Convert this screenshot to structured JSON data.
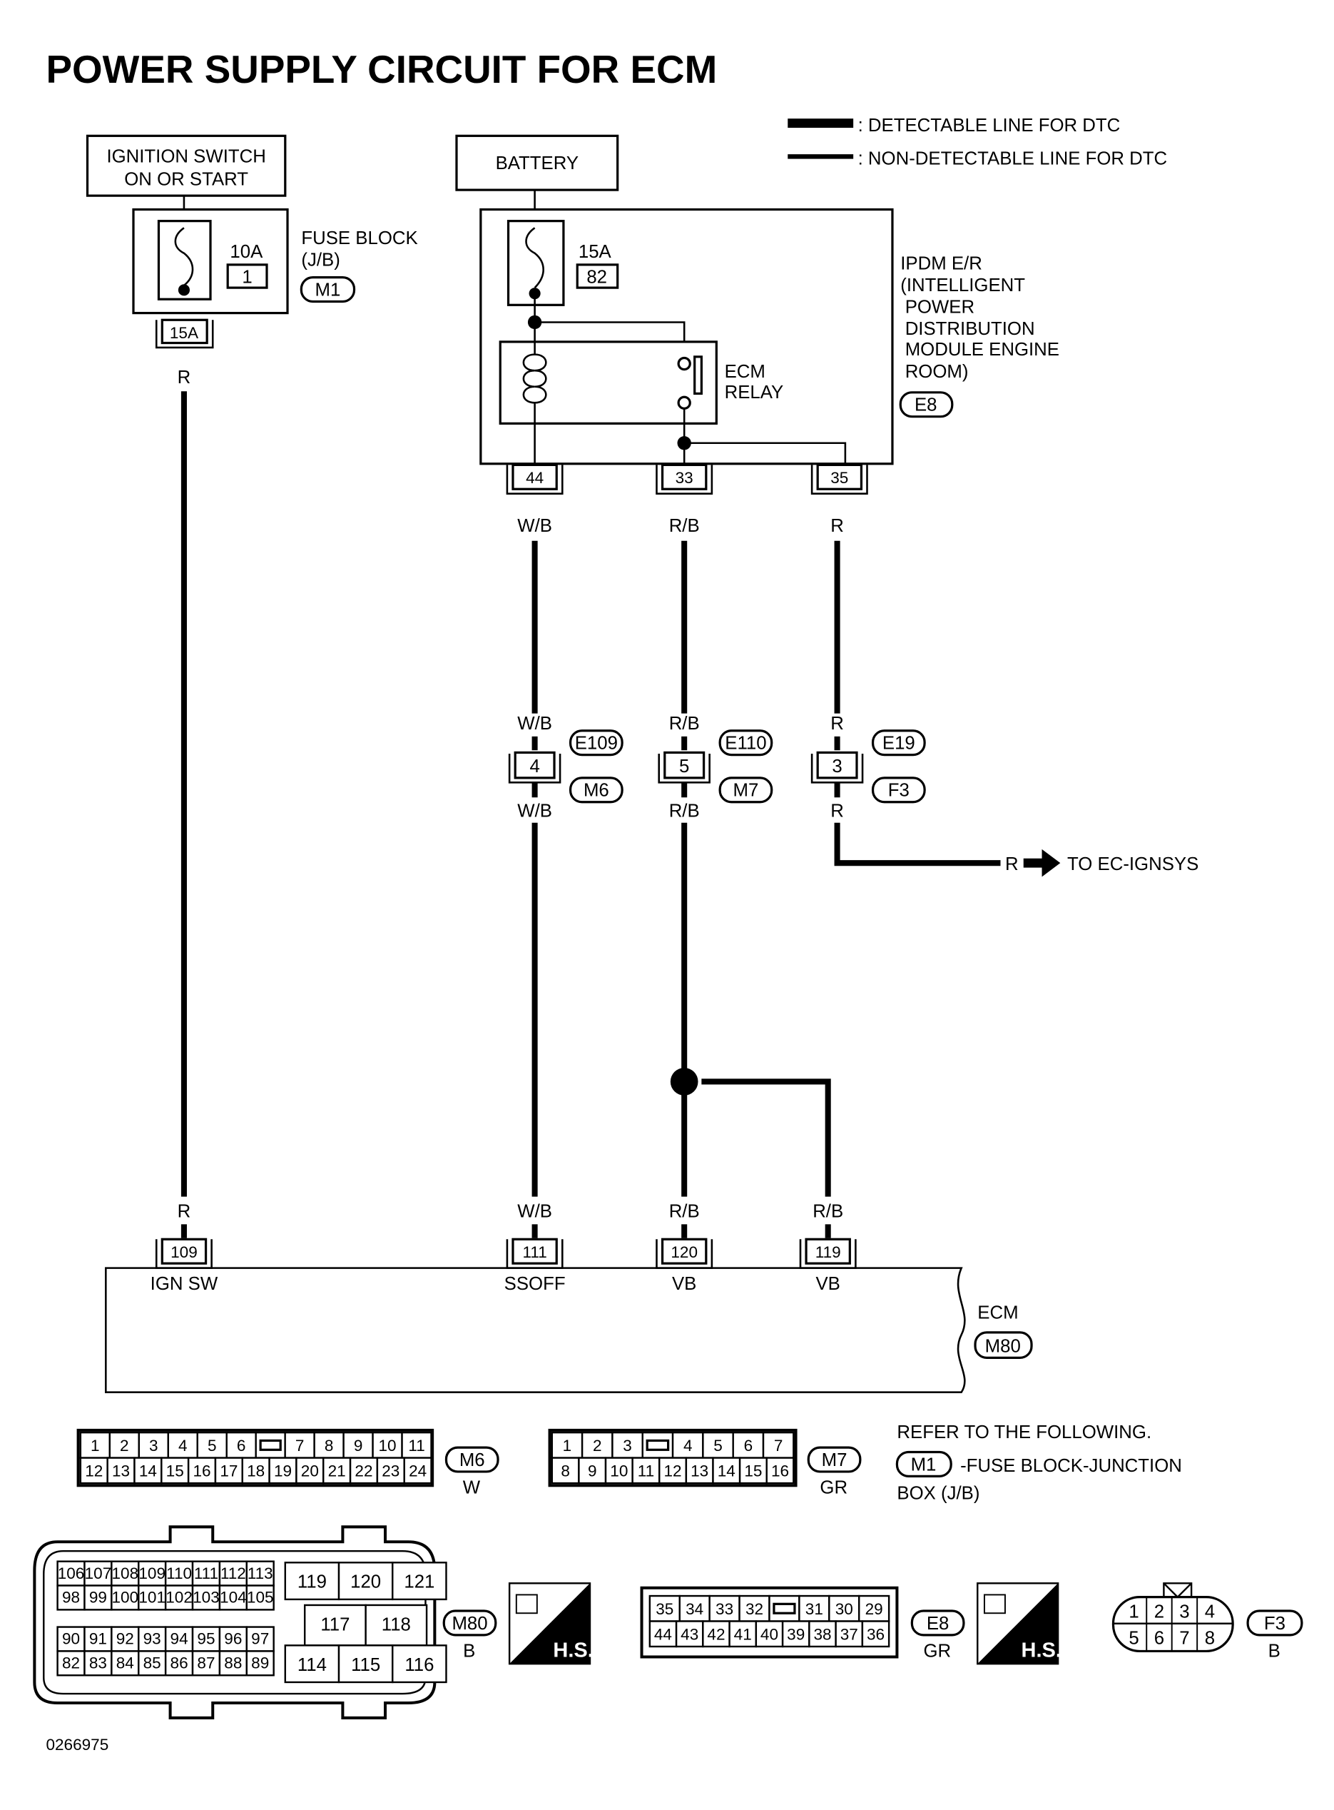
{
  "title": "POWER SUPPLY CIRCUIT FOR ECM",
  "legend": {
    "detectable": ": DETECTABLE LINE FOR DTC",
    "non_detectable": ": NON-DETECTABLE LINE FOR DTC"
  },
  "ignition_switch": {
    "line1": "IGNITION SWITCH",
    "line2": "ON OR START"
  },
  "fuse_block": {
    "fuse_rating": "10A",
    "fuse_no": "1",
    "label1": "FUSE BLOCK",
    "label2": "(J/B)",
    "connector": "M1",
    "terminal": "15A"
  },
  "battery": "BATTERY",
  "ipdm": {
    "fuse_rating": "15A",
    "fuse_no": "82",
    "lines": [
      "IPDM E/R",
      "(INTELLIGENT",
      "POWER",
      "DISTRIBUTION",
      "MODULE ENGINE",
      "ROOM)"
    ],
    "connector": "E8",
    "relay_line1": "ECM",
    "relay_line2": "RELAY",
    "terminals": [
      "44",
      "33",
      "35"
    ]
  },
  "wire_colors": {
    "ign": "R",
    "ssoff": "W/B",
    "vb": "R/B",
    "ignsys": "R",
    "vb2": "R/B"
  },
  "inline_connectors": [
    {
      "pin": "4",
      "top": "E109",
      "bottom": "M6",
      "color": "W/B"
    },
    {
      "pin": "5",
      "top": "E110",
      "bottom": "M7",
      "color": "R/B"
    },
    {
      "pin": "3",
      "top": "E19",
      "bottom": "F3",
      "color": "R"
    }
  ],
  "to_ignsys": {
    "color": "R",
    "label": "TO EC-IGNSYS"
  },
  "ecm": {
    "label": "ECM",
    "connector": "M80",
    "terminals": [
      {
        "pin": "109",
        "name": "IGN SW",
        "color": "R"
      },
      {
        "pin": "111",
        "name": "SSOFF",
        "color": "W/B"
      },
      {
        "pin": "120",
        "name": "VB",
        "color": "R/B"
      },
      {
        "pin": "119",
        "name": "VB",
        "color": "R/B"
      }
    ]
  },
  "connector_views": {
    "m6": {
      "id": "M6",
      "color": "W",
      "rows": [
        [
          "1",
          "2",
          "3",
          "4",
          "5",
          "6",
          "",
          "7",
          "8",
          "9",
          "10",
          "11"
        ],
        [
          "12",
          "13",
          "14",
          "15",
          "16",
          "17",
          "18",
          "19",
          "20",
          "21",
          "22",
          "23",
          "24"
        ]
      ]
    },
    "m7": {
      "id": "M7",
      "color": "GR",
      "rows": [
        [
          "1",
          "2",
          "3",
          "",
          "4",
          "5",
          "6",
          "7"
        ],
        [
          "8",
          "9",
          "10",
          "11",
          "12",
          "13",
          "14",
          "15",
          "16"
        ]
      ]
    },
    "m80": {
      "id": "M80",
      "color": "B",
      "left_rows": [
        [
          "106",
          "107",
          "108",
          "109",
          "110",
          "111",
          "112",
          "113"
        ],
        [
          "98",
          "99",
          "100",
          "101",
          "102",
          "103",
          "104",
          "105"
        ],
        [
          "90",
          "91",
          "92",
          "93",
          "94",
          "95",
          "96",
          "97"
        ],
        [
          "82",
          "83",
          "84",
          "85",
          "86",
          "87",
          "88",
          "89"
        ]
      ],
      "right_rows": [
        [
          "119",
          "120",
          "121"
        ],
        [
          "117",
          "118"
        ],
        [
          "114",
          "115",
          "116"
        ]
      ]
    },
    "e8": {
      "id": "E8",
      "color": "GR",
      "rows": [
        [
          "35",
          "34",
          "33",
          "32",
          "",
          "31",
          "30",
          "29"
        ],
        [
          "44",
          "43",
          "42",
          "41",
          "40",
          "39",
          "38",
          "37",
          "36"
        ]
      ]
    },
    "f3": {
      "id": "F3",
      "color": "B",
      "rows": [
        [
          "1",
          "2",
          "3",
          "4"
        ],
        [
          "5",
          "6",
          "7",
          "8"
        ]
      ]
    },
    "hs_label": "H.S."
  },
  "refer": {
    "line1": "REFER TO THE FOLLOWING.",
    "connector": "M1",
    "line2": "-FUSE BLOCK-JUNCTION",
    "line3": "BOX (J/B)"
  },
  "figure_id": "0266975"
}
